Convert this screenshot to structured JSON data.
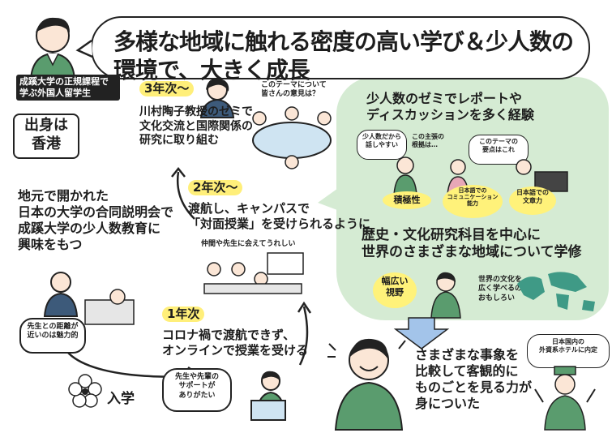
{
  "header": {
    "title": "多様な地域に触れる密度の高い学び＆少人数の環境で、大きく成長",
    "profile_caption_1": "成蹊大学の正規課程で",
    "profile_caption_2": "学ぶ外国人留学生"
  },
  "origin": {
    "label_1": "出身は",
    "label_2": "香港"
  },
  "intro": {
    "line_1": "地元で開かれた",
    "line_2": "日本の大学の合同説明会で",
    "line_3": "成蹊大学の少人数教育に",
    "line_4": "興味をもつ",
    "speech": "先生との距離が\n近いのは魅力的"
  },
  "entry": {
    "label": "入学"
  },
  "year1": {
    "label": "1年次",
    "line_1": "コロナ禍で渡航できず、",
    "line_2": "オンラインで授業を受ける",
    "speech": "先生や先輩の\nサポートが\nありがたい"
  },
  "year2": {
    "label": "2年次〜",
    "line_1": "渡航し、キャンパスで",
    "line_2": "「対面授業」を受けられるように",
    "speech": "仲間や先生に会えてうれしい"
  },
  "year3": {
    "label": "3年次〜",
    "line_1": "川村陶子教授のゼミで",
    "line_2": "文化交流と国際関係の",
    "line_3": "研究に取り組む",
    "speech": "このテーマについて\n皆さんの意見は？"
  },
  "seminar": {
    "heading_1": "少人数のゼミでレポートや",
    "heading_2": "ディスカッションを多く経験",
    "speech_1": "少人数だから\n話しやすい",
    "speech_2": "この主張の\n根拠は…",
    "speech_3": "このテーマの\n要点はこれ",
    "badge_1": "積極性",
    "badge_2": "日本語での\nコミュニケーション\n能力",
    "badge_3": "日本語での\n文章力"
  },
  "study": {
    "heading_1": "歴史・文化研究科目を中心に",
    "heading_2": "世界のさまざまな地域について学修",
    "badge": "幅広い\n視野",
    "speech": "世界の文化を\n広く学べるのは\nおもしろい"
  },
  "result": {
    "line_1": "さまざまな事象を",
    "line_2": "比較して客観的に",
    "line_3": "ものごとを見る力が",
    "line_4": "身についた"
  },
  "job": {
    "speech": "日本国内の\n外資系ホテルに内定"
  },
  "colors": {
    "panel_green": "#d5ebd3",
    "highlight_yellow": "#ffef7a",
    "ink": "#1d1d1d",
    "shirt_green": "#5a9c6e"
  }
}
